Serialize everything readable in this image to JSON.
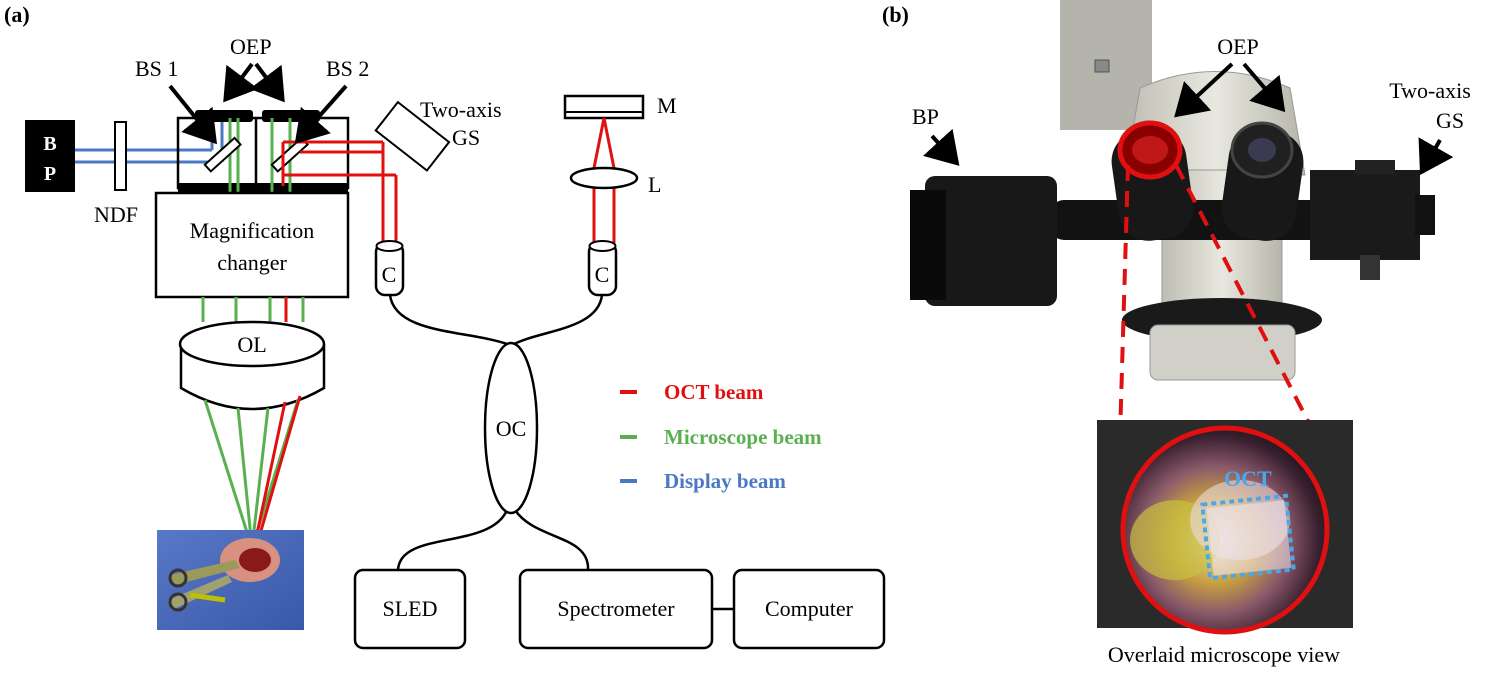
{
  "panel_a": {
    "label": "(a)",
    "bp_top": "B",
    "bp_bottom": "P",
    "ndf": "NDF",
    "bs1": "BS 1",
    "bs2": "BS 2",
    "oep": "OEP",
    "gs_line1": "Two-axis",
    "gs_line2": "GS",
    "magnification_line1": "Magnification",
    "magnification_line2": "changer",
    "ol": "OL",
    "m": "M",
    "l": "L",
    "c_left": "C",
    "c_right": "C",
    "oc": "OC",
    "sled": "SLED",
    "spectrometer": "Spectrometer",
    "computer": "Computer"
  },
  "legend": {
    "items": [
      {
        "label": "OCT beam",
        "color": "#e01010"
      },
      {
        "label": "Microscope beam",
        "color": "#5ab050"
      },
      {
        "label": "Display beam",
        "color": "#4a78c4"
      }
    ]
  },
  "panel_b": {
    "label": "(b)",
    "oep": "OEP",
    "bp": "BP",
    "gs_line1": "Two-axis",
    "gs_line2": "GS",
    "oct_tag": "OCT",
    "caption": "Overlaid microscope view"
  },
  "colors": {
    "oct": "#e01010",
    "microscope": "#5ab050",
    "display": "#4a78c4"
  }
}
